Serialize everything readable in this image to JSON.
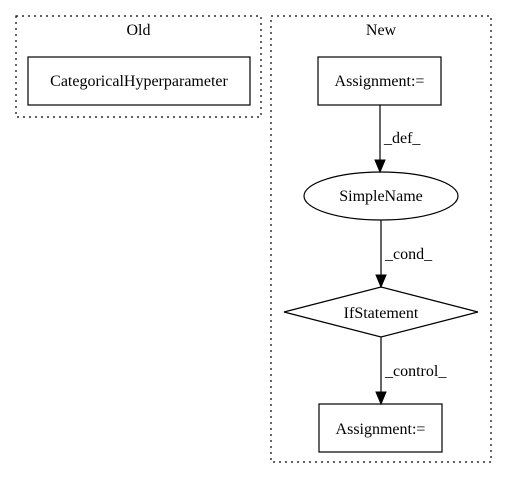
{
  "clusters": {
    "old": {
      "label": "Old"
    },
    "new": {
      "label": "New"
    }
  },
  "nodes": {
    "categorical": {
      "label": "CategoricalHyperparameter",
      "shape": "box"
    },
    "assign_top": {
      "label": "Assignment:=",
      "shape": "box"
    },
    "simplename": {
      "label": "SimpleName",
      "shape": "ellipse"
    },
    "ifstatement": {
      "label": "IfStatement",
      "shape": "diamond"
    },
    "assign_bottom": {
      "label": "Assignment:=",
      "shape": "box"
    }
  },
  "edges": {
    "def": {
      "label": "_def_",
      "from": "Assignment:=",
      "to": "SimpleName"
    },
    "cond": {
      "label": "_cond_",
      "from": "SimpleName",
      "to": "IfStatement"
    },
    "control": {
      "label": "_control_",
      "from": "IfStatement",
      "to": "Assignment:="
    }
  }
}
